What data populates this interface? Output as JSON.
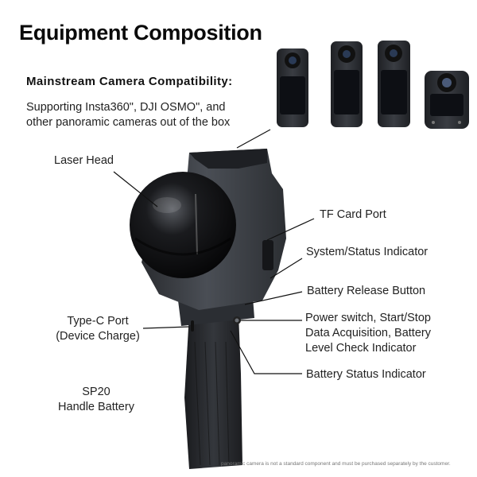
{
  "title": "Equipment Composition",
  "compatibility": {
    "heading": "Mainstream Camera Compatibility:",
    "line1": "Supporting Insta360\", DJI OSMO\", and",
    "line2": "other panoramic cameras out of the box"
  },
  "labels": {
    "laser_head": "Laser Head",
    "tf_card_port": "TF Card Port",
    "system_status_indicator": "System/Status Indicator",
    "battery_release_button": "Battery Release Button",
    "power_switch_line1": "Power switch, Start/Stop",
    "power_switch_line2": "Data Acquisition, Battery",
    "power_switch_line3": "Level Check Indicator",
    "battery_status_indicator": "Battery Status Indicator",
    "type_c_line1": "Type-C Port",
    "type_c_line2": "(Device Charge)",
    "sp20_line1": "SP20",
    "sp20_line2": "Handle Battery"
  },
  "footnote": "panoramic camera is not a standard component and must be purchased separately by the customer.",
  "colors": {
    "device_body": "#3a3d42",
    "device_dark": "#1d1f22",
    "lens_dark": "#0c0c0e",
    "camera_body": "#2b2e33",
    "camera_screen": "#0d0f14"
  }
}
